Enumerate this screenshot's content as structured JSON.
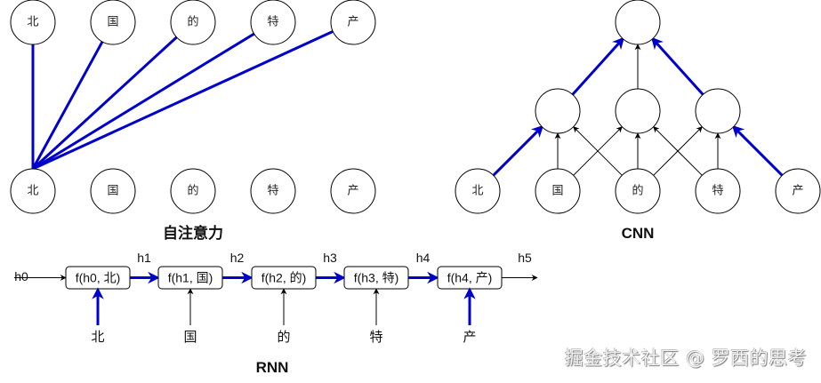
{
  "colors": {
    "highlight": "#0000cc",
    "line": "#000000"
  },
  "tokens": [
    "北",
    "国",
    "的",
    "特",
    "产"
  ],
  "self_attention": {
    "title": "自注意力",
    "top_row": [
      "北",
      "国",
      "的",
      "特",
      "产"
    ],
    "bottom_row": [
      "北",
      "国",
      "的",
      "特",
      "产"
    ],
    "highlight_edges": [
      {
        "from": "bottom:0",
        "to": "top:0"
      },
      {
        "from": "bottom:0",
        "to": "top:1"
      },
      {
        "from": "bottom:0",
        "to": "top:2"
      },
      {
        "from": "bottom:0",
        "to": "top:3"
      },
      {
        "from": "bottom:0",
        "to": "top:4"
      }
    ]
  },
  "cnn": {
    "title": "CNN",
    "inputs": [
      "北",
      "国",
      "的",
      "特",
      "产"
    ],
    "hidden_count": 3,
    "output_count": 1
  },
  "rnn": {
    "title": "RNN",
    "initial_state": "h0",
    "cells": [
      {
        "label": "f(h0, 北)",
        "input": "北",
        "out": "h1",
        "input_highlight": true
      },
      {
        "label": "f(h1, 国)",
        "input": "国",
        "out": "h2",
        "input_highlight": false
      },
      {
        "label": "f(h2, 的)",
        "input": "的",
        "out": "h3",
        "input_highlight": false
      },
      {
        "label": "f(h3, 特)",
        "input": "特",
        "out": "h4",
        "input_highlight": false
      },
      {
        "label": "f(h4, 产)",
        "input": "产",
        "out": "h5",
        "input_highlight": true
      }
    ]
  },
  "watermark": "掘金技术社区 @ 罗西的思考"
}
